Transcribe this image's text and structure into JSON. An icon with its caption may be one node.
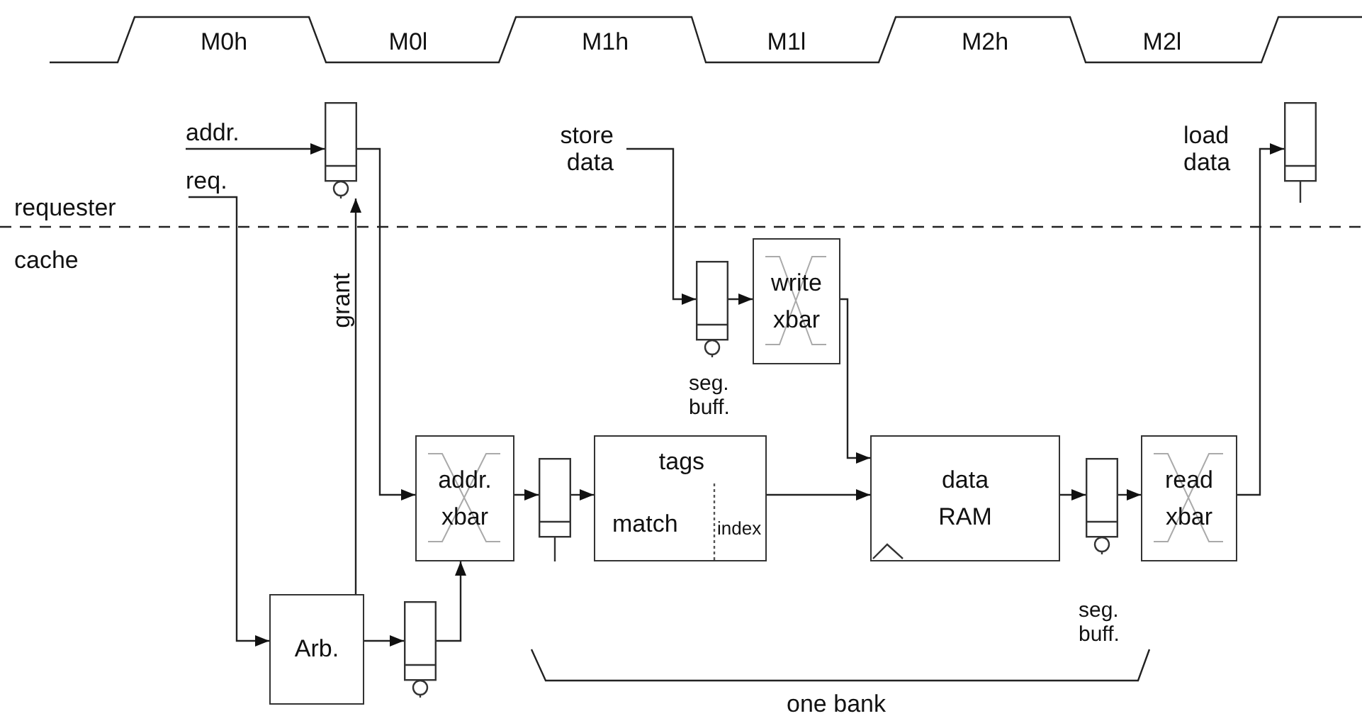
{
  "diagram": {
    "nodes": [
      {
        "text": [
          "addr."
        ]
      },
      {
        "text": [],
        "shape": "box"
      },
      {
        "text": [
          "store data"
        ]
      },
      {
        "text": [],
        "shape": "box"
      },
      {
        "text": [
          "req."
        ]
      },
      {
        "text": [],
        "shape": "box",
        "beside": [
          "seg. buff."
        ]
      },
      {
        "text": [
          "write xbar"
        ]
      },
      {
        "text": [
          "addr. xbar"
        ]
      },
      {
        "text": [],
        "shape": "box"
      },
      {
        "text": [
          "tags",
          "match",
          "index"
        ]
      },
      {
        "text": [
          "data RAM"
        ]
      },
      {
        "text": [],
        "shape": "box",
        "beside": [
          "seg. buff."
        ]
      },
      {
        "text": [
          "read xbar"
        ]
      },
      {
        "text": [
          "Arb."
        ]
      },
      {
        "text": [],
        "shape": "box"
      }
    ],
    "edges": [
      {
        "from": 0,
        "to": 1,
        "arrow": "to"
      },
      {
        "from": 1,
        "to": 7,
        "arrow": "to"
      },
      {
        "from": 4,
        "to": 13,
        "arrow": "to"
      },
      {
        "from": 13,
        "to": 1,
        "arrow": "to",
        "label": "grant"
      },
      {
        "from": 13,
        "to": 14,
        "arrow": "to"
      },
      {
        "from": 14,
        "to": 7,
        "arrow": "to"
      },
      {
        "from": 7,
        "to": 8,
        "arrow": "to"
      },
      {
        "from": 8,
        "to": 9,
        "arrow": "to"
      },
      {
        "from": 9,
        "to": 10,
        "arrow": "to"
      },
      {
        "from": 2,
        "to": 5,
        "arrow": "to"
      },
      {
        "from": 5,
        "to": 6,
        "arrow": "to"
      },
      {
        "from": 6,
        "to": 10,
        "arrow": "to"
      },
      {
        "from": 10,
        "to": 11,
        "arrow": "to"
      },
      {
        "from": 11,
        "to": 12,
        "arrow": "to"
      },
      {
        "from": 12,
        "to": 3,
        "arrow": "to"
      }
    ],
    "labels": [
      "M0h",
      "M0l",
      "M1h",
      "M1l",
      "M2h",
      "M2l",
      "load data",
      "requester",
      "cache",
      "one bank"
    ]
  }
}
